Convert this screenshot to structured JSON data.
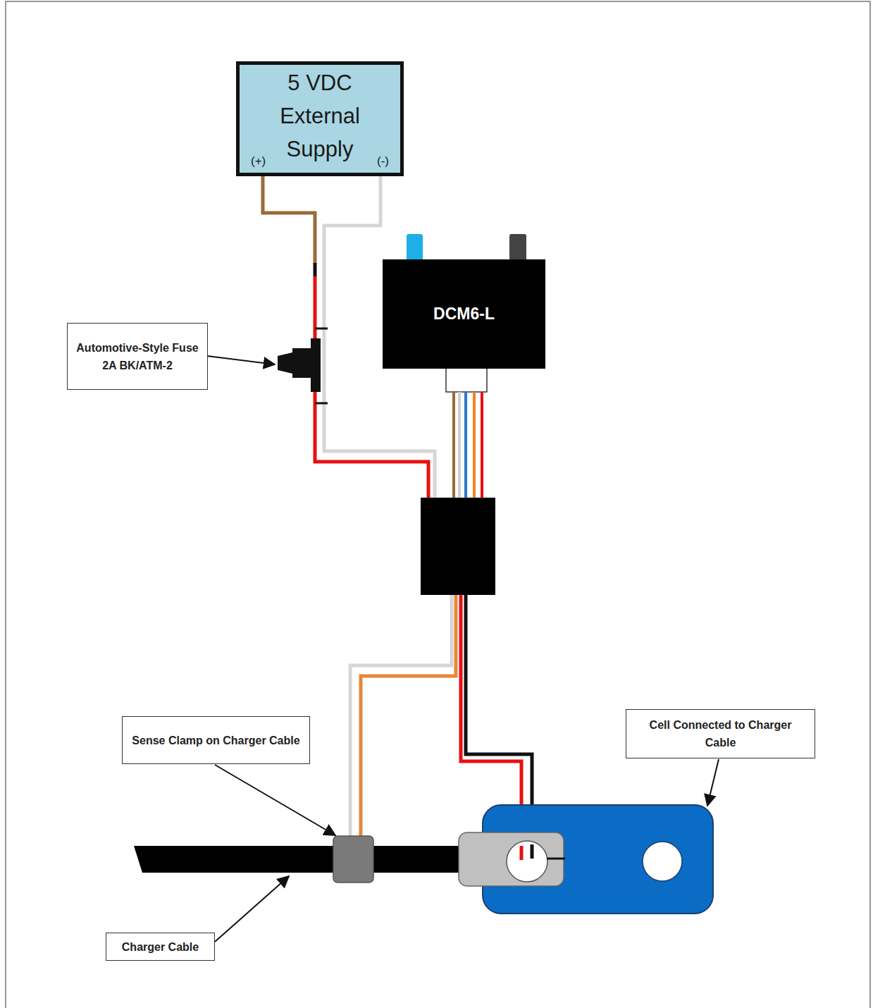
{
  "diagram": {
    "nodes": [
      {
        "text": [
          "5 VDC External Supply",
          "(+)",
          "(-)"
        ]
      },
      {
        "text": [
          "DCM6-L"
        ]
      },
      {
        "text": [
          "Automotive-Style Fuse 2A BK/ATM-2"
        ]
      },
      {
        "text": [
          "Sense Clamp on Charger Cable"
        ]
      },
      {
        "text": [
          "Cell Connected to Charger Cable"
        ]
      },
      {
        "text": [
          "Charger Cable"
        ]
      }
    ]
  }
}
